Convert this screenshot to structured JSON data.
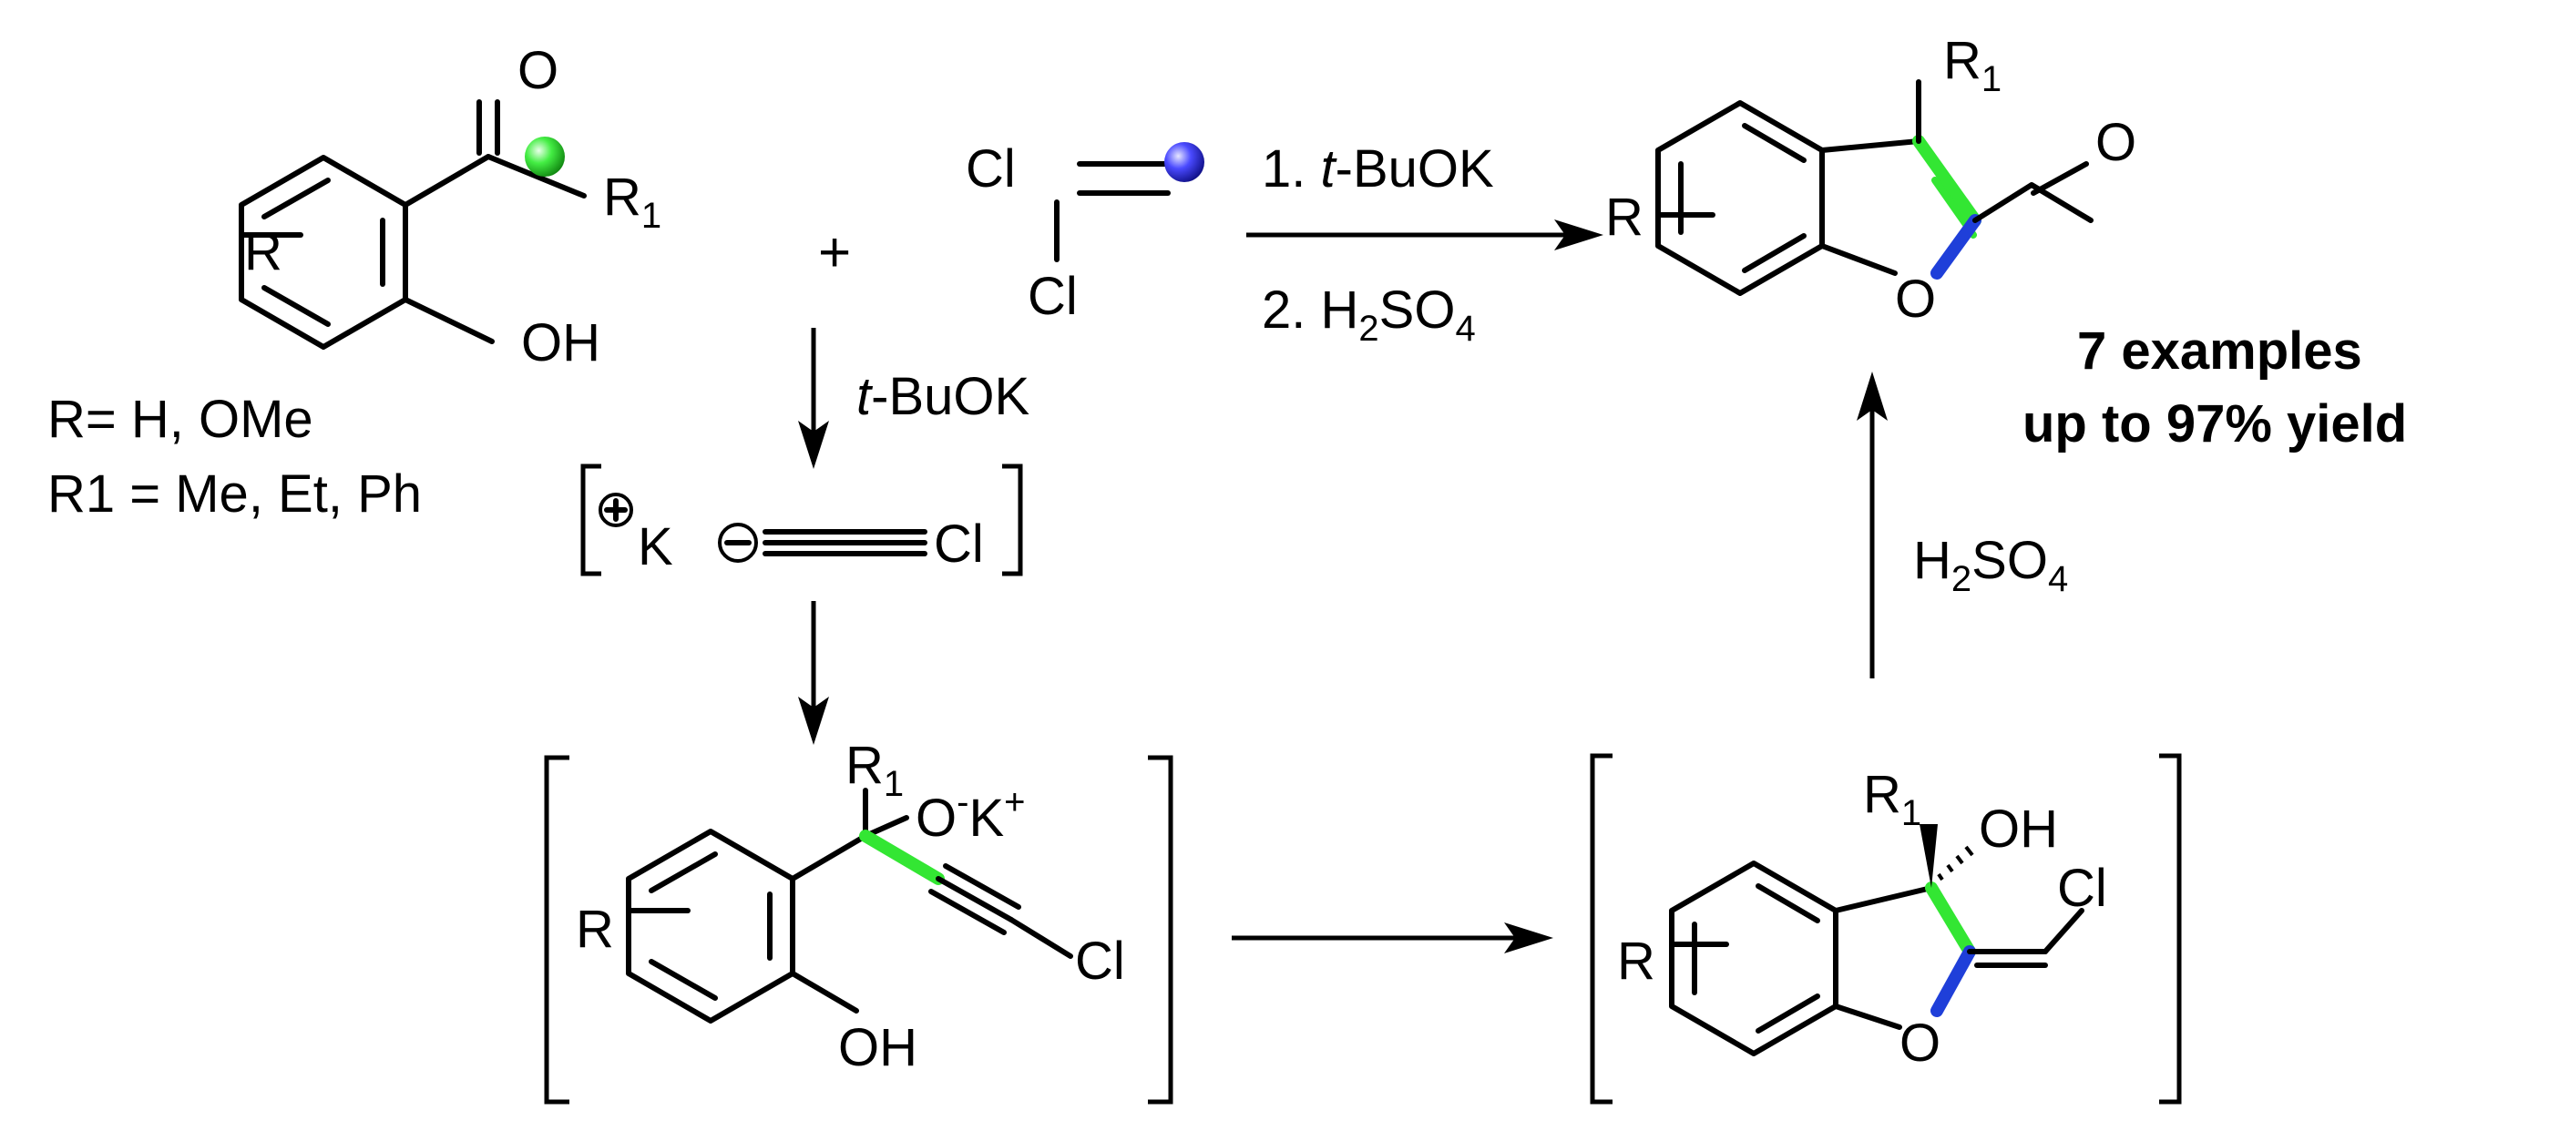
{
  "labels": {
    "r": "R",
    "r1_r": "R",
    "r1_sub": "1",
    "o": "O",
    "oh": "OH",
    "cl": "Cl",
    "plus": "+",
    "k": "K",
    "o_minus_k_plus": "O",
    "minus_sup": "-",
    "k_plus": "K",
    "plus_sup": "+"
  },
  "substituents": {
    "r_def": "R= H, OMe",
    "r1_def": "R1 = Me, Et, Ph"
  },
  "conditions": {
    "step1_num": "1. ",
    "step1_reagent_italic": "t",
    "step1_reagent_rest": "-BuOK",
    "step2_num": "2. ",
    "h2so4_h": "H",
    "h2so4_2": "2",
    "h2so4_so": "SO",
    "h2so4_4": "4",
    "tbuok_italic": "t",
    "tbuok_rest": "-BuOK"
  },
  "result": {
    "examples": "7 examples",
    "yield": "up to 97% yield"
  },
  "colors": {
    "green_highlight": "#33e633",
    "blue_highlight": "#1f3fd9",
    "sphere_green": "#44ee44",
    "sphere_blue": "#3a3aff"
  }
}
